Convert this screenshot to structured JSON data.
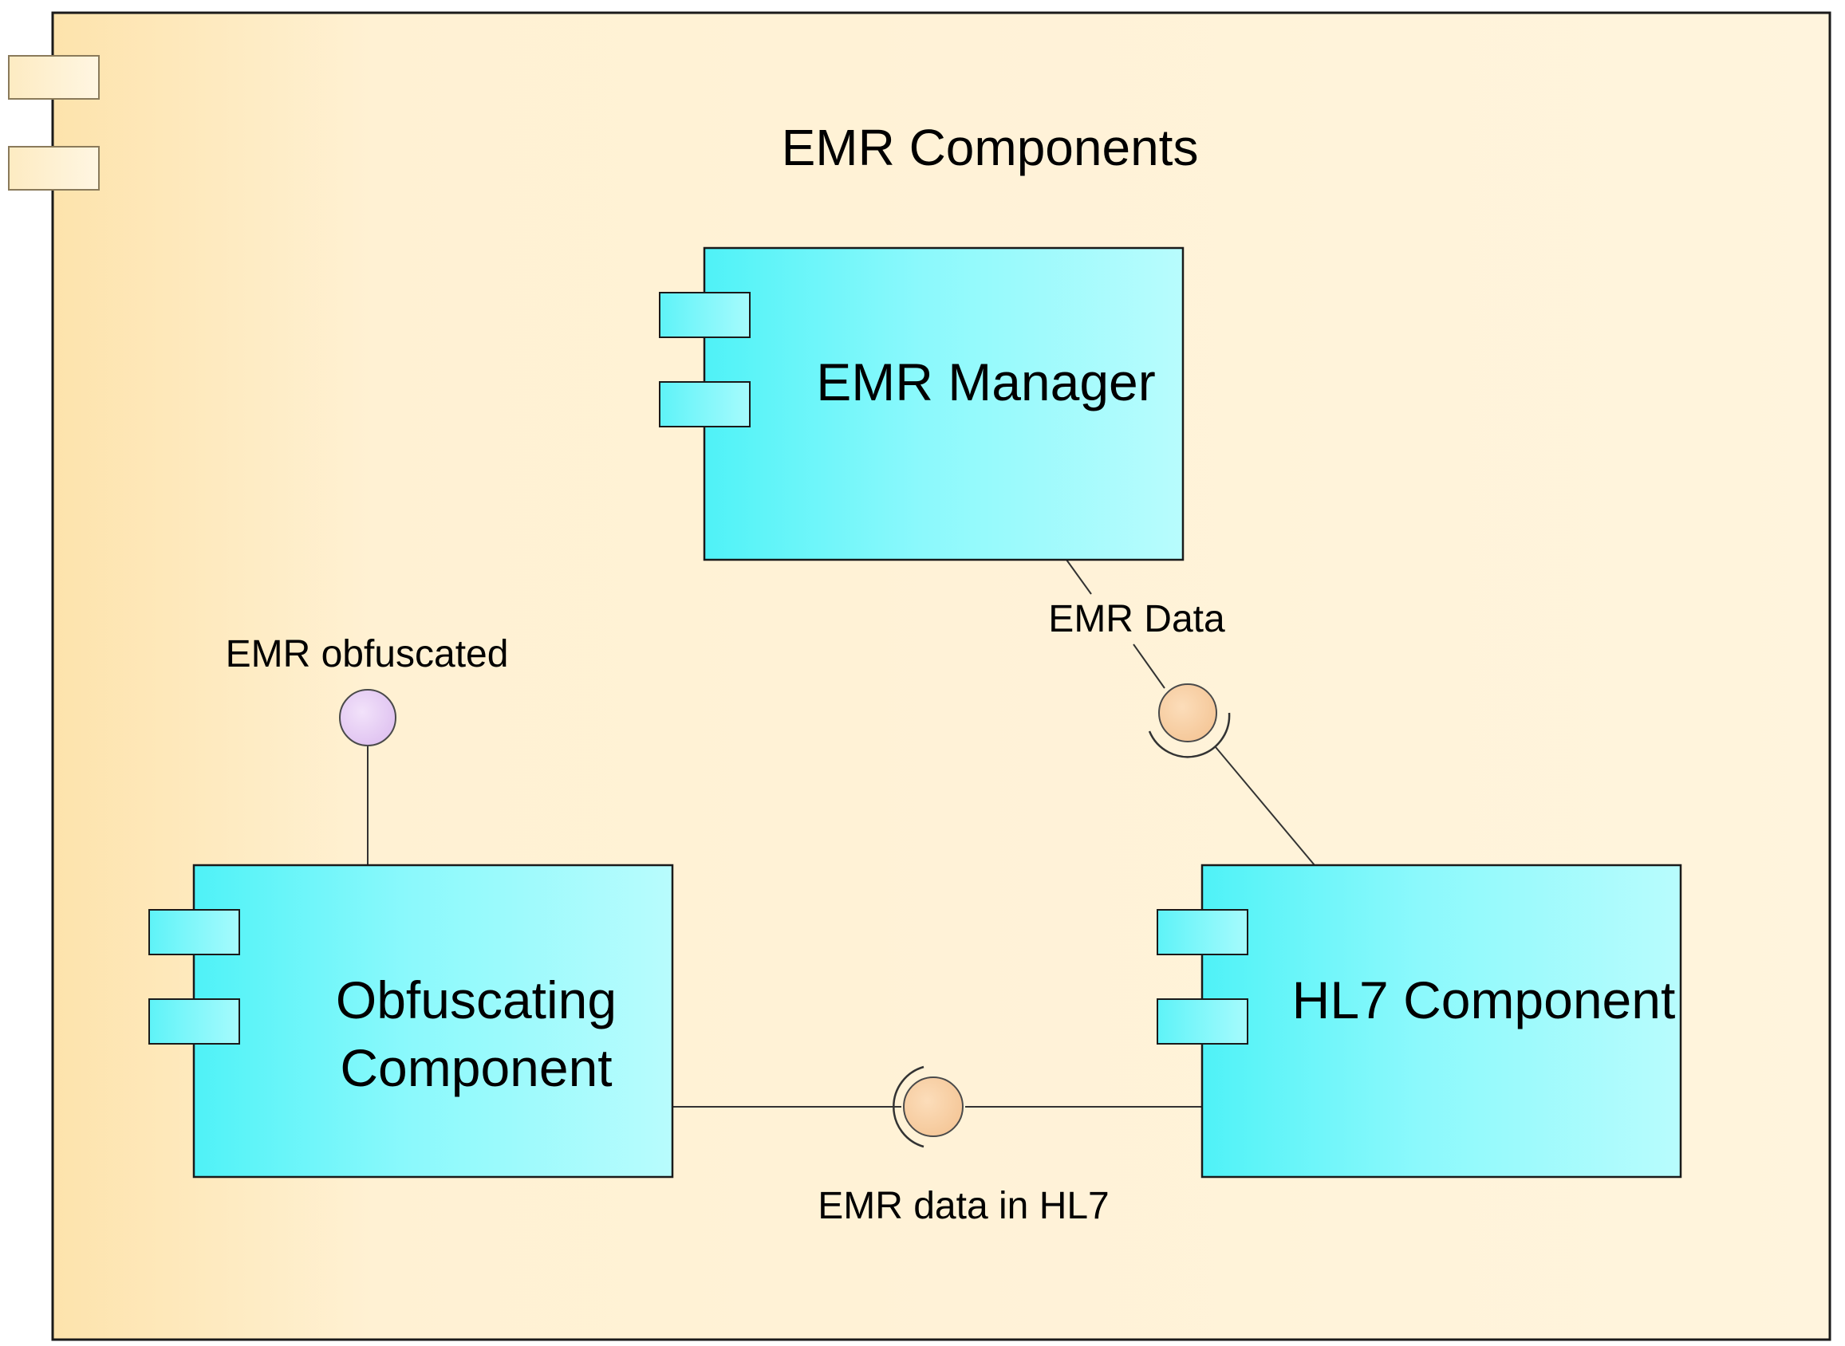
{
  "container": {
    "title": "EMR Components"
  },
  "components": {
    "emr_manager": {
      "name": "EMR Manager"
    },
    "obfuscating": {
      "line1": "Obfuscating",
      "line2": "Component"
    },
    "hl7": {
      "name": "HL7 Component"
    }
  },
  "interfaces": {
    "emr_obfuscated": "EMR obfuscated",
    "emr_data": "EMR Data",
    "emr_data_in_hl7": "EMR data in HL7"
  },
  "colors": {
    "container_fill_light": "#FFF3D6",
    "container_fill_dark": "#FDE6B4",
    "component_fill_dark": "#55F2F7",
    "component_fill_light": "#B4FCFD",
    "provided_interface": "#E8D1F5",
    "required_interface": "#F9D2A8",
    "stroke": "#1A1A1A"
  }
}
